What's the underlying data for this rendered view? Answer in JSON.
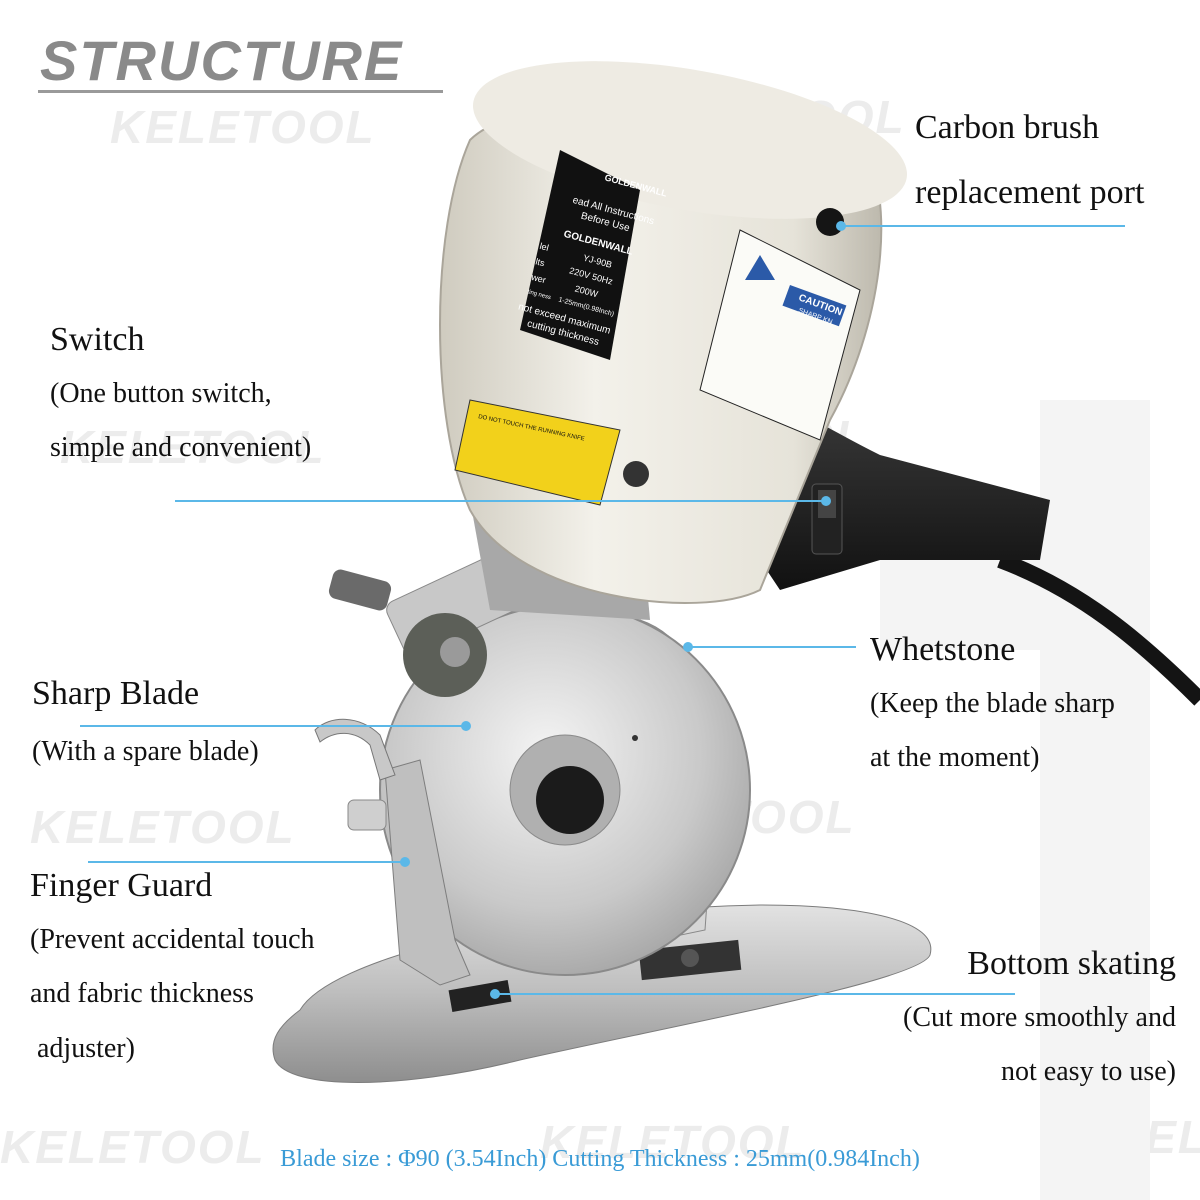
{
  "title": "STRUCTURE",
  "watermark": "KELETOOL",
  "labels": {
    "carbon_brush": {
      "line1": "Carbon brush",
      "line2": "replacement port"
    },
    "switch": {
      "title": "Switch",
      "desc1": "(One button switch,",
      "desc2": "simple and convenient)"
    },
    "whetstone": {
      "title": "Whetstone",
      "desc1": "(Keep the blade sharp",
      "desc2": "at the moment)"
    },
    "sharp_blade": {
      "title": "Sharp Blade",
      "desc1": "(With a spare blade)"
    },
    "finger_guard": {
      "title": "Finger Guard",
      "desc1": "(Prevent accidental touch",
      "desc2": "and fabric thickness",
      "desc3": " adjuster)"
    },
    "bottom_skating": {
      "title": "Bottom skating",
      "desc1": "(Cut more smoothly and",
      "desc2": "not easy to use)"
    }
  },
  "machine": {
    "brand": "GOLDENWALL",
    "read_text_1": "ead All Instructions",
    "read_text_2": "Before Use",
    "model_label": "lel",
    "model": "YJ-90B",
    "volts_label": "lts",
    "volts": "220V 50Hz",
    "power_label": "wer",
    "power": "200W",
    "thickness_label": "ting ness",
    "thickness": "1-25mm(0.98Inch)",
    "warning_1": "not exceed maximum",
    "warning_2": "cutting thickness",
    "caution": "CAUTION",
    "caution_sub": "SHARP KN",
    "yellow_warning": "DO NOT TOUCH THE RUNNING KNIFE"
  },
  "footer": "Blade size : Φ90 (3.54Inch)  Cutting Thickness : 25mm(0.984Inch)",
  "colors": {
    "accent": "#5bb8e8",
    "title": "#8a8a8a",
    "footer": "#3a9bd6"
  }
}
